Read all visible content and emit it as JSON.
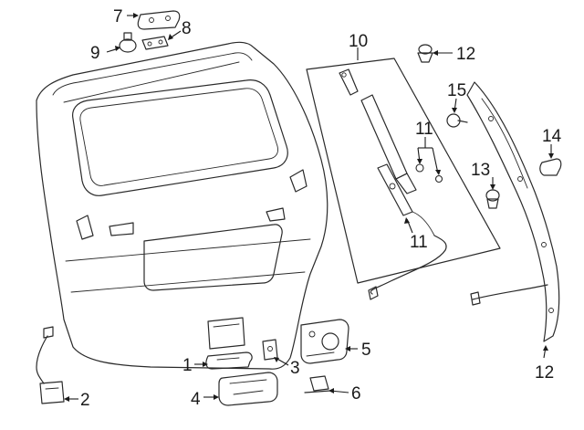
{
  "diagram": {
    "callouts": [
      {
        "id": "c1",
        "text": "1"
      },
      {
        "id": "c2",
        "text": "2"
      },
      {
        "id": "c3",
        "text": "3"
      },
      {
        "id": "c4",
        "text": "4"
      },
      {
        "id": "c5",
        "text": "5"
      },
      {
        "id": "c6",
        "text": "6"
      },
      {
        "id": "c7",
        "text": "7"
      },
      {
        "id": "c8",
        "text": "8"
      },
      {
        "id": "c9",
        "text": "9"
      },
      {
        "id": "c10",
        "text": "10"
      },
      {
        "id": "c11a",
        "text": "11"
      },
      {
        "id": "c11b",
        "text": "11"
      },
      {
        "id": "c12a",
        "text": "12"
      },
      {
        "id": "c12b",
        "text": "12"
      },
      {
        "id": "c13",
        "text": "13"
      },
      {
        "id": "c14",
        "text": "14"
      },
      {
        "id": "c15",
        "text": "15"
      }
    ]
  }
}
